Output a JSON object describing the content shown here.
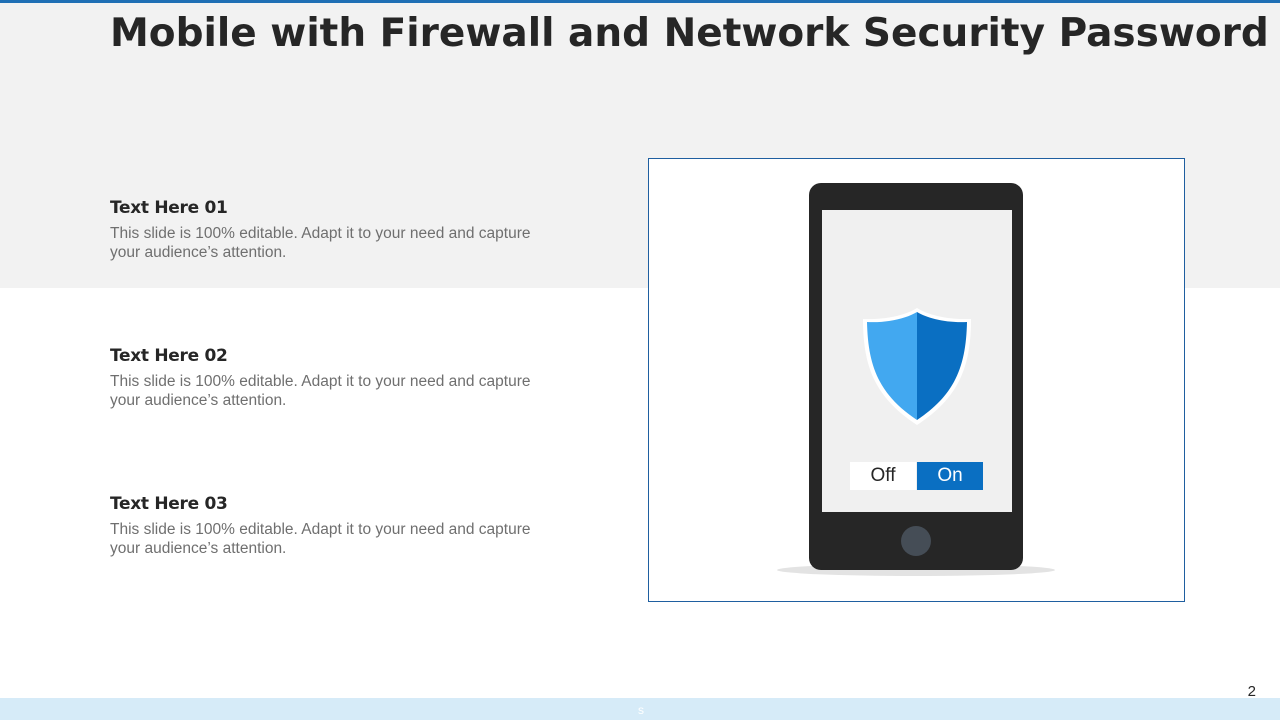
{
  "slide": {
    "title": "Mobile with Firewall and Network Security Password",
    "page_number": "2",
    "footer_mark": "s"
  },
  "items": [
    {
      "heading": "Text Here 01",
      "body": "This slide is 100% editable. Adapt it to your need and capture your audience’s attention."
    },
    {
      "heading": "Text Here 02",
      "body": "This slide is 100% editable. Adapt it to your need and capture your audience’s attention."
    },
    {
      "heading": "Text Here 03",
      "body": "This slide is 100% editable. Adapt it to your need and capture your audience’s attention."
    }
  ],
  "illustration": {
    "icons": [
      "mobile-phone-icon",
      "shield-icon",
      "home-button-icon"
    ],
    "toggle": {
      "off_label": "Off",
      "on_label": "On",
      "selected": "On"
    },
    "colors": {
      "shield_light": "#42a8f0",
      "shield_dark": "#0a6fc2",
      "toggle_on": "#0a6fc2",
      "phone_body": "#262626",
      "frame_border": "#1f5fa0",
      "top_rule": "#1f6fb5"
    }
  }
}
